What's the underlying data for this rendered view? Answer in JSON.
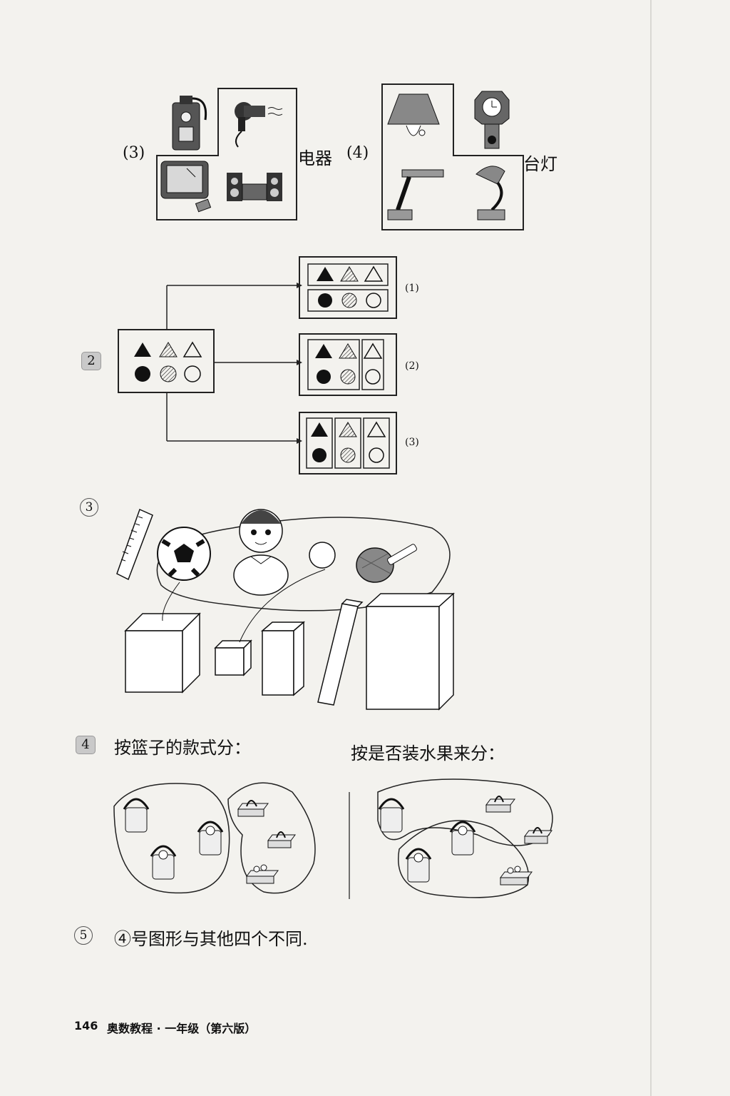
{
  "q1": {
    "item3_label": "(3)",
    "item3_category": "电器",
    "item4_label": "(4)",
    "item4_category": "台灯"
  },
  "q2": {
    "number": "2",
    "option_labels": [
      "(1)",
      "(2)",
      "(3)"
    ]
  },
  "q3": {
    "number": "3"
  },
  "q4": {
    "number": "4",
    "left_caption": "按篮子的款式分：",
    "right_caption": "按是否装水果来分："
  },
  "q5": {
    "number": "5",
    "answer": "④号图形与其他四个不同."
  },
  "footer": {
    "page_number": "146",
    "book_title": "奥数教程 · 一年级（第六版）"
  }
}
